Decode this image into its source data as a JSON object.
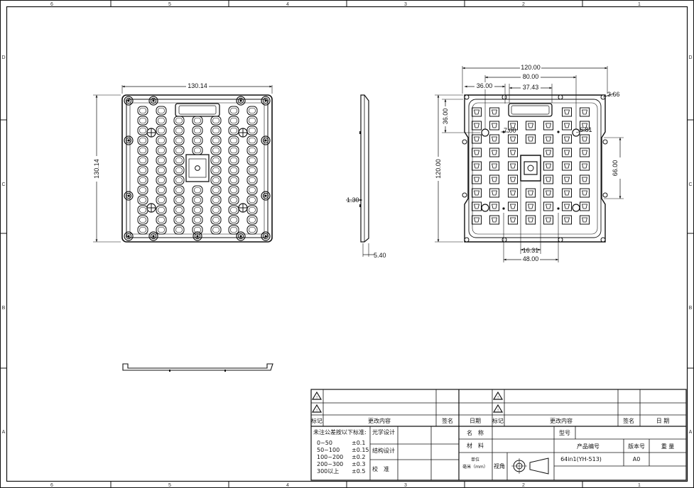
{
  "border": {
    "top_zones": [
      "6",
      "5",
      "4",
      "3",
      "2",
      "1"
    ],
    "bottom_zones": [
      "6",
      "5",
      "4",
      "3",
      "2",
      "1"
    ],
    "left_zones": [
      "D",
      "C",
      "B",
      "A"
    ],
    "right_zones": [
      "D",
      "C",
      "B",
      "A"
    ]
  },
  "front_view": {
    "width_dim": "130.14",
    "height_dim": "130.14"
  },
  "side_view": {
    "dim_a": "1.30",
    "dim_b": "5.40"
  },
  "rear_view": {
    "dim_overall_w": "120.00",
    "dim_inner_w": "80.00",
    "dim_left_offset": "36.00",
    "dim_center_w": "37.43",
    "dim_hole_dia": "3.66",
    "dim_left_v": "36.00",
    "dim_hole_a": "7.00",
    "dim_hole_b": "6.81",
    "dim_overall_h": "120.00",
    "dim_right_v": "66.00",
    "dim_bottom_a": "16.31",
    "dim_bottom_b": "48.00"
  },
  "title_block": {
    "col_mark": "标记",
    "col_change": "更改内容",
    "col_sign": "签名",
    "col_date": "日期",
    "col_mark2": "标记",
    "col_change2": "更改内容",
    "col_sign2": "签名",
    "col_date2": "日 期",
    "tolerance_title": "未注公差按以下标准:",
    "tolerances": [
      {
        "range": "0~50",
        "tol": "±0.1"
      },
      {
        "range": "50~100",
        "tol": "±0.15"
      },
      {
        "range": "100~200",
        "tol": "±0.2"
      },
      {
        "range": "200~300",
        "tol": "±0.3"
      },
      {
        "range": "300以上",
        "tol": "±0.5"
      }
    ],
    "optical_design": "光学设计",
    "structural_design": "结构设计",
    "check": "校　准",
    "name_label": "名　称",
    "material_label": "材　料",
    "unit_label": "单位",
    "unit_value": "毫米（mm）",
    "view_label": "视角",
    "model_label": "型号",
    "product_code_label": "产品编号",
    "version_label": "版本号",
    "weight_label": "重 量",
    "product_code": "64in1(YH-513)",
    "version": "A0"
  }
}
